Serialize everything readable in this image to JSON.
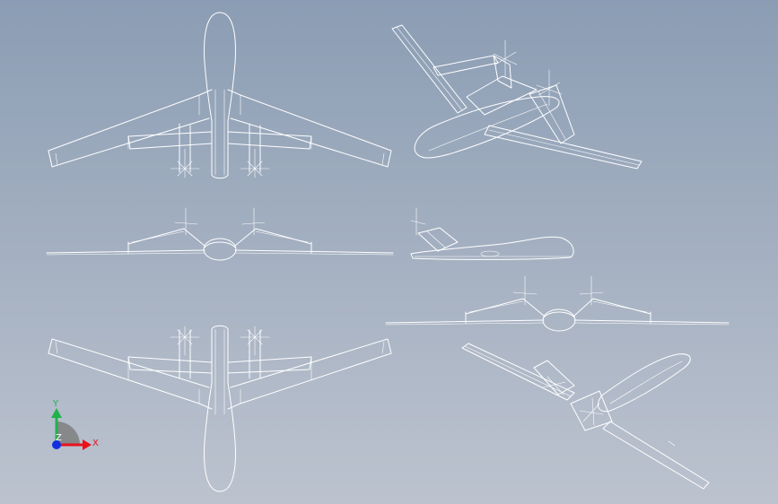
{
  "triad": {
    "y_label": "Y",
    "x_label": "X",
    "z_label": "Z",
    "colors": {
      "y": "#22b14c",
      "x": "#e8121c",
      "z": "#1030e0",
      "plane": "#7f7f7f"
    }
  },
  "views": [
    {
      "id": "top-view"
    },
    {
      "id": "isometric-view-upper"
    },
    {
      "id": "front-view"
    },
    {
      "id": "side-view"
    },
    {
      "id": "rear-view"
    },
    {
      "id": "bottom-view"
    },
    {
      "id": "isometric-view-lower"
    }
  ],
  "colors": {
    "background_top": "#8b9db4",
    "background_bottom": "#bcc3cf",
    "lines": "#ffffff"
  }
}
